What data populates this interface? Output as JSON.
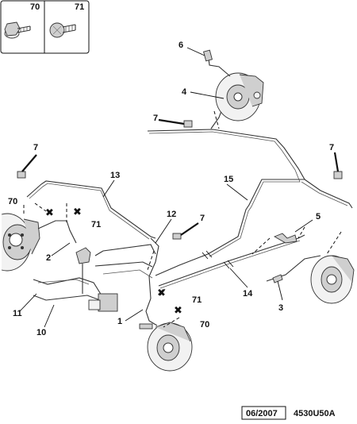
{
  "legend_box": {
    "items": [
      {
        "ref": "70",
        "icon": "flange-bolt-icon"
      },
      {
        "ref": "71",
        "icon": "screw-icon"
      }
    ]
  },
  "callouts": {
    "c1": "1",
    "c2": "2",
    "c3": "3",
    "c4": "4",
    "c5": "5",
    "c6": "6",
    "c7a": "7",
    "c7b": "7",
    "c7c": "7",
    "c7d": "7",
    "c10": "10",
    "c11": "11",
    "c12": "12",
    "c13": "13",
    "c14": "14",
    "c15": "15",
    "c70a": "70",
    "c70b": "70",
    "c71a": "71",
    "c71b": "71"
  },
  "footer": {
    "date": "06/2007",
    "reference": "4530U50A"
  }
}
